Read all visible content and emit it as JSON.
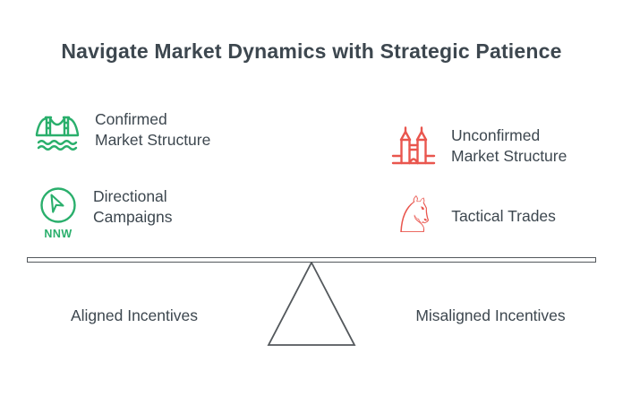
{
  "title": "Navigate Market Dynamics with Strategic Patience",
  "colors": {
    "green": "#2aaf6c",
    "red": "#e9564e",
    "ink": "#3d474f",
    "line": "#53585c"
  },
  "items": {
    "confirmed": {
      "line1": "Confirmed",
      "line2": "Market Structure"
    },
    "directional": {
      "line1": "Directional",
      "line2": "Campaigns",
      "compass_label": "NNW"
    },
    "unconfirmed": {
      "line1": "Unconfirmed",
      "line2": "Market Structure"
    },
    "tactical": {
      "line1": "Tactical Trades"
    }
  },
  "icons": {
    "knight_glyph": "♘"
  },
  "scale": {
    "left_label": "Aligned Incentives",
    "right_label": "Misaligned Incentives"
  }
}
